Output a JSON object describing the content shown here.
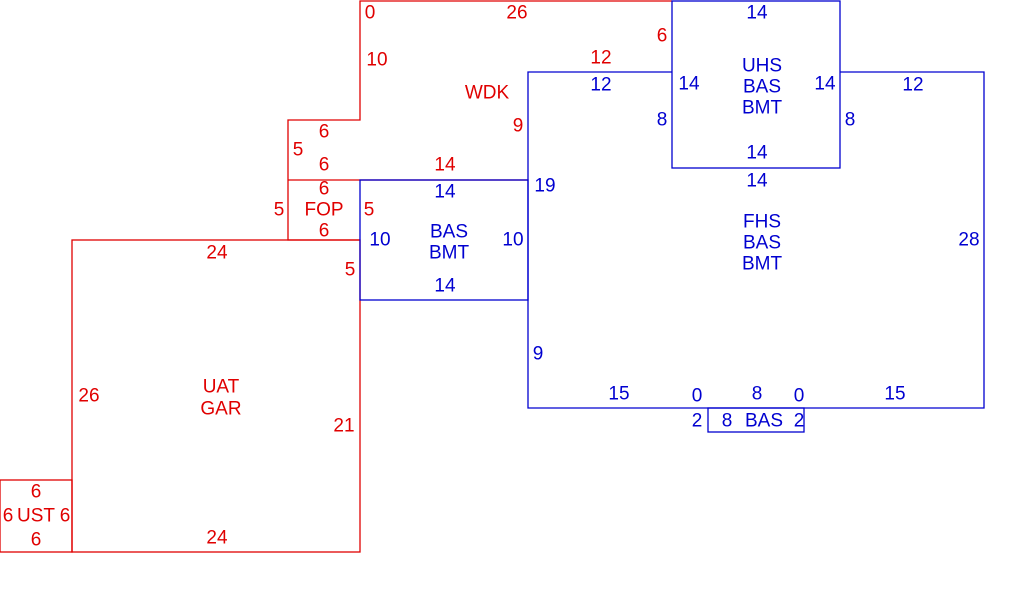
{
  "colors": {
    "garage_porch": "#e00000",
    "house": "#0000d0",
    "background": "#ffffff"
  },
  "red_labels": [
    "0",
    "26",
    "6",
    "10",
    "12",
    "WDK",
    "9",
    "6",
    "5",
    "6",
    "14",
    "6",
    "5",
    "FOP",
    "5",
    "6",
    "24",
    "5",
    "26",
    "UAT",
    "GAR",
    "21",
    "24",
    "6",
    "6",
    "UST",
    "6",
    "6"
  ],
  "blue_labels": [
    "14",
    "12",
    "14",
    "UHS",
    "BAS",
    "BMT",
    "14",
    "12",
    "8",
    "8",
    "14",
    "14",
    "14",
    "19",
    "FHS",
    "BAS",
    "BMT",
    "28",
    "10",
    "BAS",
    "BMT",
    "10",
    "14",
    "9",
    "15",
    "8",
    "15",
    "0",
    "2",
    "8",
    "BAS",
    "0",
    "2"
  ]
}
